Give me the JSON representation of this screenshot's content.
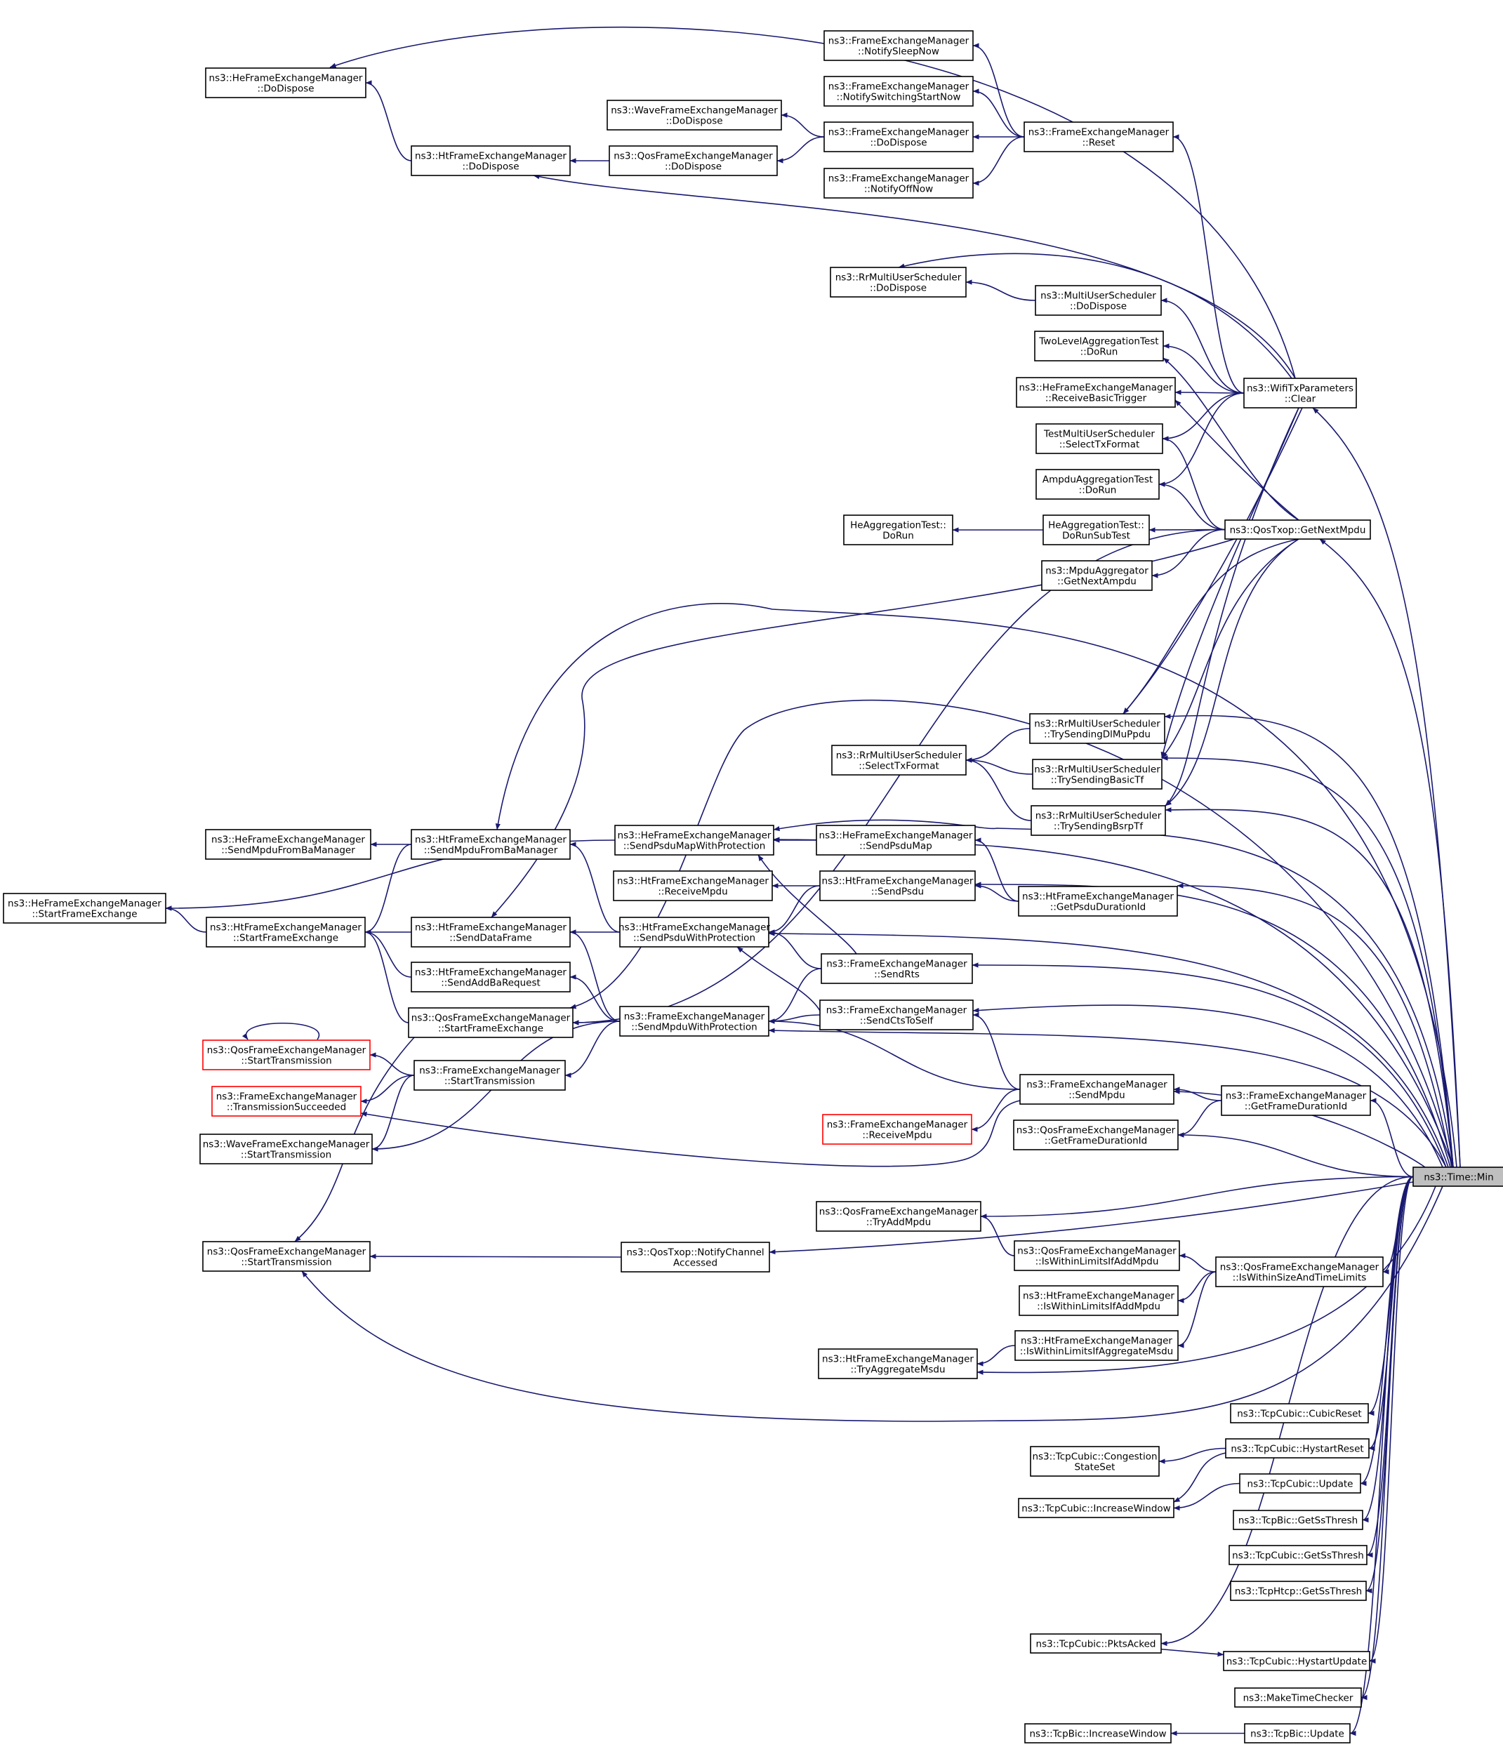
{
  "nodes": [
    {
      "id": "n0",
      "lines": [
        "ns3::Time::Min"
      ],
      "style": "root"
    },
    {
      "id": "n1",
      "lines": [
        "ns3::FrameExchangeManager",
        "::GetFrameDurationId"
      ]
    },
    {
      "id": "n2",
      "lines": [
        "ns3::FrameExchangeManager",
        "::SendMpdu"
      ]
    },
    {
      "id": "n3",
      "lines": [
        "ns3::FrameExchangeManager",
        "::ReceiveMpdu"
      ],
      "style": "red"
    },
    {
      "id": "n4",
      "lines": [
        "ns3::QosFrameExchangeManager",
        "::GetFrameDurationId"
      ]
    },
    {
      "id": "n5",
      "lines": [
        "ns3::HtFrameExchangeManager",
        "::GetPsduDurationId"
      ]
    },
    {
      "id": "n6",
      "lines": [
        "ns3::HeFrameExchangeManager",
        "::SendPsduMap"
      ]
    },
    {
      "id": "n7",
      "lines": [
        "ns3::HtFrameExchangeManager",
        "::SendPsdu"
      ]
    },
    {
      "id": "n8",
      "lines": [
        "ns3::FrameExchangeManager",
        "::SendRts"
      ]
    },
    {
      "id": "n9",
      "lines": [
        "ns3::FrameExchangeManager",
        "::SendCtsToSelf"
      ]
    },
    {
      "id": "n10",
      "lines": [
        "ns3::FrameExchangeManager",
        "::SendMpduWithProtection"
      ]
    },
    {
      "id": "n11",
      "lines": [
        "ns3::HtFrameExchangeManager",
        "::SendPsduWithProtection"
      ]
    },
    {
      "id": "n12",
      "lines": [
        "ns3::HeFrameExchangeManager",
        "::SendPsduMapWithProtection"
      ]
    },
    {
      "id": "n13",
      "lines": [
        "ns3::HtFrameExchangeManager",
        "::ReceiveMpdu"
      ]
    },
    {
      "id": "n14",
      "lines": [
        "ns3::HtFrameExchangeManager",
        "::SendMpduFromBaManager"
      ]
    },
    {
      "id": "n15",
      "lines": [
        "ns3::HtFrameExchangeManager",
        "::SendDataFrame"
      ]
    },
    {
      "id": "n16",
      "lines": [
        "ns3::HtFrameExchangeManager",
        "::SendAddBaRequest"
      ]
    },
    {
      "id": "n17",
      "lines": [
        "ns3::QosFrameExchangeManager",
        "::StartFrameExchange"
      ]
    },
    {
      "id": "n18",
      "lines": [
        "ns3::FrameExchangeManager",
        "::StartTransmission"
      ]
    },
    {
      "id": "n19",
      "lines": [
        "ns3::HeFrameExchangeManager",
        "::SendMpduFromBaManager"
      ]
    },
    {
      "id": "n20",
      "lines": [
        "ns3::HtFrameExchangeManager",
        "::StartFrameExchange"
      ]
    },
    {
      "id": "n21",
      "lines": [
        "ns3::HeFrameExchangeManager",
        "::StartFrameExchange"
      ]
    },
    {
      "id": "n22",
      "lines": [
        "ns3::QosFrameExchangeManager",
        "::StartTransmission"
      ],
      "style": "red"
    },
    {
      "id": "n23",
      "lines": [
        "ns3::FrameExchangeManager",
        "::TransmissionSucceeded"
      ],
      "style": "red"
    },
    {
      "id": "n24",
      "lines": [
        "ns3::WaveFrameExchangeManager",
        "::StartTransmission"
      ]
    },
    {
      "id": "n25",
      "lines": [
        "ns3::QosFrameExchangeManager",
        "::StartTransmission"
      ]
    },
    {
      "id": "n26",
      "lines": [
        "ns3::QosTxop::NotifyChannel",
        "Accessed"
      ]
    },
    {
      "id": "n27",
      "lines": [
        "ns3::QosFrameExchangeManager",
        "::TryAddMpdu"
      ]
    },
    {
      "id": "n28",
      "lines": [
        "ns3::QosFrameExchangeManager",
        "::IsWithinSizeAndTimeLimits"
      ]
    },
    {
      "id": "n29",
      "lines": [
        "ns3::QosFrameExchangeManager",
        "::IsWithinLimitsIfAddMpdu"
      ]
    },
    {
      "id": "n30",
      "lines": [
        "ns3::HtFrameExchangeManager",
        "::IsWithinLimitsIfAddMpdu"
      ]
    },
    {
      "id": "n31",
      "lines": [
        "ns3::HtFrameExchangeManager",
        "::IsWithinLimitsIfAggregateMsdu"
      ]
    },
    {
      "id": "n32",
      "lines": [
        "ns3::HtFrameExchangeManager",
        "::TryAggregateMsdu"
      ]
    },
    {
      "id": "n33",
      "lines": [
        "ns3::QosTxop::GetNextMpdu"
      ]
    },
    {
      "id": "n34",
      "lines": [
        "ns3::WifiTxParameters",
        "::Clear"
      ]
    },
    {
      "id": "n35",
      "lines": [
        "ns3::FrameExchangeManager",
        "::Reset"
      ]
    },
    {
      "id": "n36",
      "lines": [
        "ns3::FrameExchangeManager",
        "::NotifySleepNow"
      ]
    },
    {
      "id": "n37",
      "lines": [
        "ns3::FrameExchangeManager",
        "::NotifySwitchingStartNow"
      ]
    },
    {
      "id": "n38",
      "lines": [
        "ns3::FrameExchangeManager",
        "::DoDispose"
      ]
    },
    {
      "id": "n39",
      "lines": [
        "ns3::FrameExchangeManager",
        "::NotifyOffNow"
      ]
    },
    {
      "id": "n40",
      "lines": [
        "ns3::WaveFrameExchangeManager",
        "::DoDispose"
      ]
    },
    {
      "id": "n41",
      "lines": [
        "ns3::QosFrameExchangeManager",
        "::DoDispose"
      ]
    },
    {
      "id": "n42",
      "lines": [
        "ns3::HtFrameExchangeManager",
        "::DoDispose"
      ]
    },
    {
      "id": "n43",
      "lines": [
        "ns3::HeFrameExchangeManager",
        "::DoDispose"
      ]
    },
    {
      "id": "n44",
      "lines": [
        "ns3::RrMultiUserScheduler",
        "::DoDispose"
      ]
    },
    {
      "id": "n45",
      "lines": [
        "ns3::MultiUserScheduler",
        "::DoDispose"
      ]
    },
    {
      "id": "n46",
      "lines": [
        "TwoLevelAggregationTest",
        "::DoRun"
      ]
    },
    {
      "id": "n47",
      "lines": [
        "ns3::HeFrameExchangeManager",
        "::ReceiveBasicTrigger"
      ]
    },
    {
      "id": "n48",
      "lines": [
        "TestMultiUserScheduler",
        "::SelectTxFormat"
      ]
    },
    {
      "id": "n49",
      "lines": [
        "AmpduAggregationTest",
        "::DoRun"
      ]
    },
    {
      "id": "n50",
      "lines": [
        "HeAggregationTest::",
        "DoRunSubTest"
      ]
    },
    {
      "id": "n51",
      "lines": [
        "HeAggregationTest::",
        "DoRun"
      ]
    },
    {
      "id": "n52",
      "lines": [
        "ns3::MpduAggregator",
        "::GetNextAmpdu"
      ]
    },
    {
      "id": "n53",
      "lines": [
        "ns3::RrMultiUserScheduler",
        "::TrySendingDlMuPpdu"
      ]
    },
    {
      "id": "n54",
      "lines": [
        "ns3::RrMultiUserScheduler",
        "::TrySendingBasicTf"
      ]
    },
    {
      "id": "n55",
      "lines": [
        "ns3::RrMultiUserScheduler",
        "::TrySendingBsrpTf"
      ]
    },
    {
      "id": "n56",
      "lines": [
        "ns3::RrMultiUserScheduler",
        "::SelectTxFormat"
      ]
    },
    {
      "id": "n57",
      "lines": [
        "ns3::TcpCubic::CubicReset"
      ]
    },
    {
      "id": "n58",
      "lines": [
        "ns3::TcpCubic::HystartReset"
      ]
    },
    {
      "id": "n59",
      "lines": [
        "ns3::TcpCubic::Congestion",
        "StateSet"
      ]
    },
    {
      "id": "n60",
      "lines": [
        "ns3::TcpCubic::IncreaseWindow"
      ]
    },
    {
      "id": "n61",
      "lines": [
        "ns3::TcpCubic::Update"
      ]
    },
    {
      "id": "n62",
      "lines": [
        "ns3::TcpBic::GetSsThresh"
      ]
    },
    {
      "id": "n63",
      "lines": [
        "ns3::TcpCubic::GetSsThresh"
      ]
    },
    {
      "id": "n64",
      "lines": [
        "ns3::TcpHtcp::GetSsThresh"
      ]
    },
    {
      "id": "n65",
      "lines": [
        "ns3::TcpCubic::PktsAcked"
      ]
    },
    {
      "id": "n66",
      "lines": [
        "ns3::TcpCubic::HystartUpdate"
      ]
    },
    {
      "id": "n67",
      "lines": [
        "ns3::MakeTimeChecker"
      ]
    },
    {
      "id": "n68",
      "lines": [
        "ns3::TcpBic::Update"
      ]
    },
    {
      "id": "n69",
      "lines": [
        "ns3::TcpBic::IncreaseWindow"
      ]
    }
  ],
  "edges": [
    [
      "n1",
      "n0"
    ],
    [
      "n2",
      "n0"
    ],
    [
      "n4",
      "n0"
    ],
    [
      "n5",
      "n0"
    ],
    [
      "n6",
      "n0"
    ],
    [
      "n7",
      "n0"
    ],
    [
      "n8",
      "n0"
    ],
    [
      "n9",
      "n0"
    ],
    [
      "n10",
      "n0"
    ],
    [
      "n11",
      "n0"
    ],
    [
      "n12",
      "n0"
    ],
    [
      "n14",
      "n0"
    ],
    [
      "n17",
      "n0"
    ],
    [
      "n25",
      "n0"
    ],
    [
      "n26",
      "n0"
    ],
    [
      "n27",
      "n0"
    ],
    [
      "n28",
      "n0"
    ],
    [
      "n32",
      "n0"
    ],
    [
      "n33",
      "n0"
    ],
    [
      "n34",
      "n0"
    ],
    [
      "n53",
      "n0"
    ],
    [
      "n54",
      "n0"
    ],
    [
      "n55",
      "n0"
    ],
    [
      "n57",
      "n0"
    ],
    [
      "n58",
      "n0"
    ],
    [
      "n61",
      "n0"
    ],
    [
      "n62",
      "n0"
    ],
    [
      "n63",
      "n0"
    ],
    [
      "n64",
      "n0"
    ],
    [
      "n65",
      "n0"
    ],
    [
      "n66",
      "n0"
    ],
    [
      "n67",
      "n0"
    ],
    [
      "n68",
      "n0"
    ],
    [
      "n2",
      "n1"
    ],
    [
      "n4",
      "n1"
    ],
    [
      "n3",
      "n2"
    ],
    [
      "n9",
      "n2"
    ],
    [
      "n10",
      "n2"
    ],
    [
      "n23",
      "n2"
    ],
    [
      "n6",
      "n5"
    ],
    [
      "n7",
      "n5"
    ],
    [
      "n12",
      "n6"
    ],
    [
      "n13",
      "n7"
    ],
    [
      "n11",
      "n7"
    ],
    [
      "n12",
      "n8"
    ],
    [
      "n11",
      "n8"
    ],
    [
      "n10",
      "n8"
    ],
    [
      "n11",
      "n9"
    ],
    [
      "n10",
      "n9"
    ],
    [
      "n17",
      "n10"
    ],
    [
      "n16",
      "n10"
    ],
    [
      "n18",
      "n10"
    ],
    [
      "n24",
      "n10"
    ],
    [
      "n15",
      "n10"
    ],
    [
      "n15",
      "n11"
    ],
    [
      "n14",
      "n11"
    ],
    [
      "n21",
      "n12"
    ],
    [
      "n19",
      "n14"
    ],
    [
      "n20",
      "n14"
    ],
    [
      "n20",
      "n15"
    ],
    [
      "n20",
      "n16"
    ],
    [
      "n20",
      "n17"
    ],
    [
      "n25",
      "n17"
    ],
    [
      "n22",
      "n18"
    ],
    [
      "n23",
      "n18"
    ],
    [
      "n24",
      "n18"
    ],
    [
      "n21",
      "n20"
    ],
    [
      "n22",
      "n22"
    ],
    [
      "n25",
      "n26"
    ],
    [
      "n29",
      "n28"
    ],
    [
      "n30",
      "n28"
    ],
    [
      "n31",
      "n28"
    ],
    [
      "n27",
      "n29"
    ],
    [
      "n32",
      "n31"
    ],
    [
      "n17",
      "n33"
    ],
    [
      "n15",
      "n33"
    ],
    [
      "n46",
      "n33"
    ],
    [
      "n47",
      "n33"
    ],
    [
      "n48",
      "n33"
    ],
    [
      "n49",
      "n33"
    ],
    [
      "n50",
      "n33"
    ],
    [
      "n52",
      "n33"
    ],
    [
      "n53",
      "n33"
    ],
    [
      "n54",
      "n33"
    ],
    [
      "n55",
      "n33"
    ],
    [
      "n35",
      "n34"
    ],
    [
      "n43",
      "n34"
    ],
    [
      "n42",
      "n34"
    ],
    [
      "n44",
      "n34"
    ],
    [
      "n45",
      "n34"
    ],
    [
      "n46",
      "n34"
    ],
    [
      "n47",
      "n34"
    ],
    [
      "n48",
      "n34"
    ],
    [
      "n49",
      "n34"
    ],
    [
      "n53",
      "n34"
    ],
    [
      "n54",
      "n34"
    ],
    [
      "n55",
      "n34"
    ],
    [
      "n36",
      "n35"
    ],
    [
      "n37",
      "n35"
    ],
    [
      "n38",
      "n35"
    ],
    [
      "n39",
      "n35"
    ],
    [
      "n40",
      "n38"
    ],
    [
      "n41",
      "n38"
    ],
    [
      "n42",
      "n41"
    ],
    [
      "n43",
      "n42"
    ],
    [
      "n44",
      "n45"
    ],
    [
      "n51",
      "n50"
    ],
    [
      "n56",
      "n53"
    ],
    [
      "n56",
      "n54"
    ],
    [
      "n56",
      "n55"
    ],
    [
      "n59",
      "n58"
    ],
    [
      "n60",
      "n58"
    ],
    [
      "n60",
      "n61"
    ],
    [
      "n66",
      "n65"
    ],
    [
      "n69",
      "n68"
    ]
  ]
}
